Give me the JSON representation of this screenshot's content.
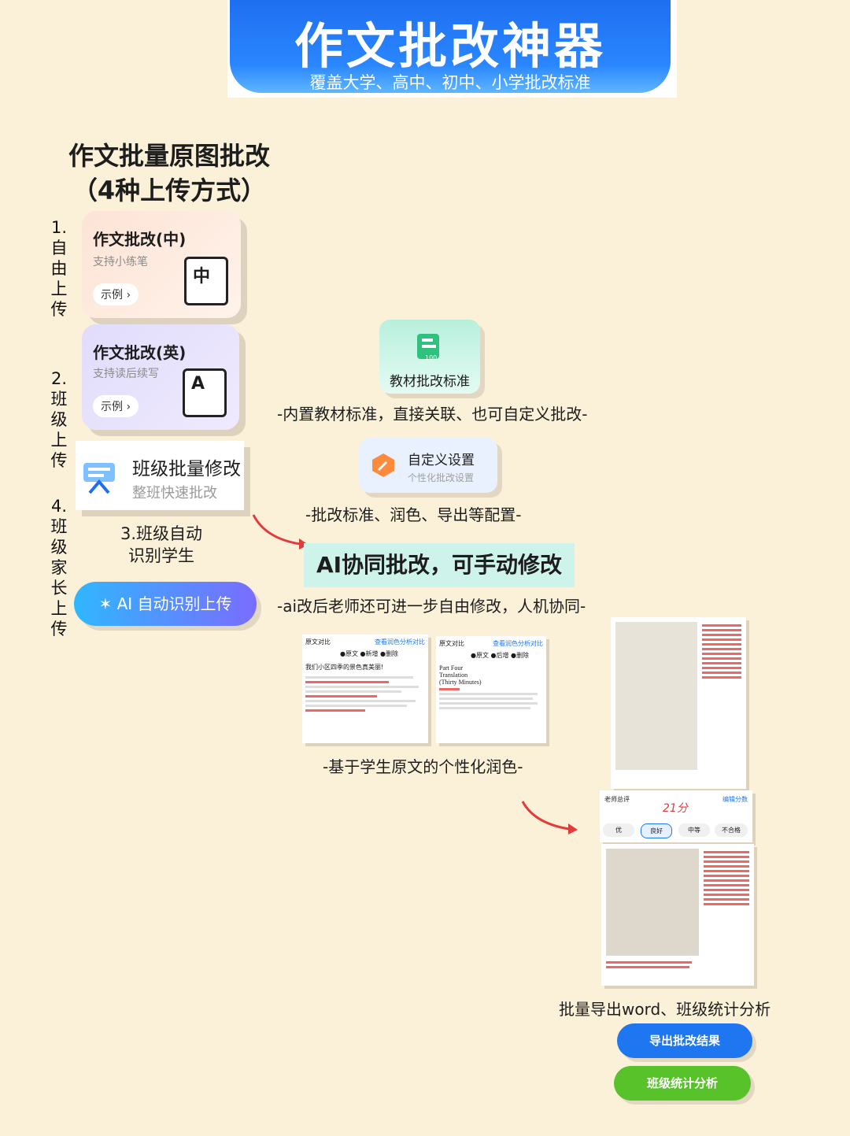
{
  "header": {
    "title": "作文批改神器",
    "subtitle": "覆盖大学、高中、初中、小学批改标准"
  },
  "section": {
    "title_line1": "作文批量原图批改",
    "title_line2": "（4种上传方式）"
  },
  "upload_methods": [
    {
      "num": "1.",
      "chars": [
        "自",
        "由",
        "上",
        "传"
      ]
    },
    {
      "num": "2.",
      "chars": [
        "班",
        "级",
        "上",
        "传"
      ]
    },
    {
      "label_line1": "3.班级自动",
      "label_line2": "识别学生"
    },
    {
      "num": "4.",
      "chars": [
        "班",
        "级",
        "家",
        "长",
        "上",
        "传"
      ]
    }
  ],
  "cards": {
    "cn": {
      "title": "作文批改(中)",
      "sub": "支持小练笔",
      "pill": "示例 ›",
      "doc_char": "中"
    },
    "en": {
      "title": "作文批改(英)",
      "sub": "支持读后续写",
      "pill": "示例 ›",
      "doc_char": "A"
    },
    "class": {
      "title": "班级批量修改",
      "sub": "整班快速批改"
    }
  },
  "ai_button": {
    "label": "AI 自动识别上传"
  },
  "textbook": {
    "label": "教材批改标准",
    "badge": "100",
    "caption": "-内置教材标准，直接关联、也可自定义批改-"
  },
  "custom": {
    "title": "自定义设置",
    "sub": "个性化批改设置",
    "caption": "-批改标准、润色、导出等配置-"
  },
  "ai_collab": {
    "title": "AI协同批改，可手动修改",
    "caption": "-ai改后老师还可进一步自由修改，人机协同-"
  },
  "compare": {
    "left": {
      "head": "原文对比",
      "link": "查看润色分析对比",
      "legend": "●原文 ●新增 ●删除",
      "line1": "我们小区四季的景色真美丽!"
    },
    "right": {
      "head": "原文对比",
      "link": "查看润色分析对比",
      "legend": "●原文 ●后增 ●删除",
      "l1": "Part Four",
      "l2": "Translation",
      "l3": "(Thirty Minutes)"
    },
    "caption": "-基于学生原文的个性化润色-"
  },
  "teacher": {
    "label": "老师总评",
    "score": "21分",
    "edit": "编辑分数",
    "grades": [
      "优",
      "良好",
      "中等",
      "不合格"
    ]
  },
  "export": {
    "caption": "批量导出word、班级统计分析",
    "btn_export": "导出批改结果",
    "btn_stats": "班级统计分析"
  },
  "colors": {
    "accent_blue": "#1e77f0",
    "green": "#57c22a",
    "red_arrow": "#e33b3b"
  }
}
